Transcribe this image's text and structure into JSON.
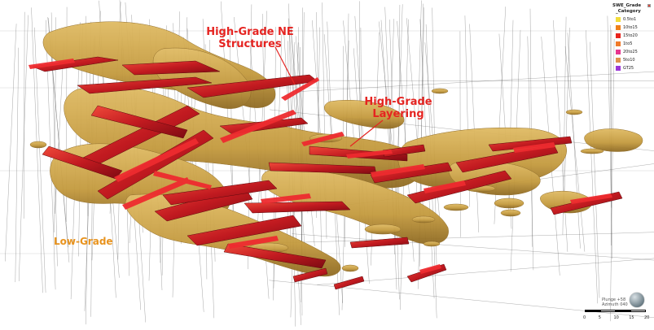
{
  "annotations": {
    "high_grade_ne": [
      "High-Grade NE",
      "Structures"
    ],
    "high_grade_layering": [
      "High-Grade",
      "Layering"
    ],
    "low_grade": "Low-Grade"
  },
  "legend": {
    "title": "SWE_Grade",
    "subtitle": "_Category",
    "items": [
      {
        "label": "0.5to1",
        "color": "#f2dc3b"
      },
      {
        "label": "10to15",
        "color": "#ef7f1a"
      },
      {
        "label": "15to20",
        "color": "#e8231c"
      },
      {
        "label": "1to5",
        "color": "#f07a2a"
      },
      {
        "label": "20to25",
        "color": "#e6358f"
      },
      {
        "label": "5to10",
        "color": "#e0924c"
      },
      {
        "label": "GT25",
        "color": "#9b37d6"
      }
    ]
  },
  "orientation": {
    "plunge": "Plunge +58",
    "azimuth": "Azimuth 040"
  },
  "scale": {
    "ticks": [
      "0",
      "5",
      "10",
      "15",
      "20"
    ]
  },
  "colors": {
    "low_grade_shell": "#c49a3e",
    "high_grade_body": "#b3121b",
    "high_grade_face": "#e8282d",
    "annotation_red": "#e52421",
    "annotation_orange": "#e8931e",
    "drillhole": "#4a4a4a"
  }
}
